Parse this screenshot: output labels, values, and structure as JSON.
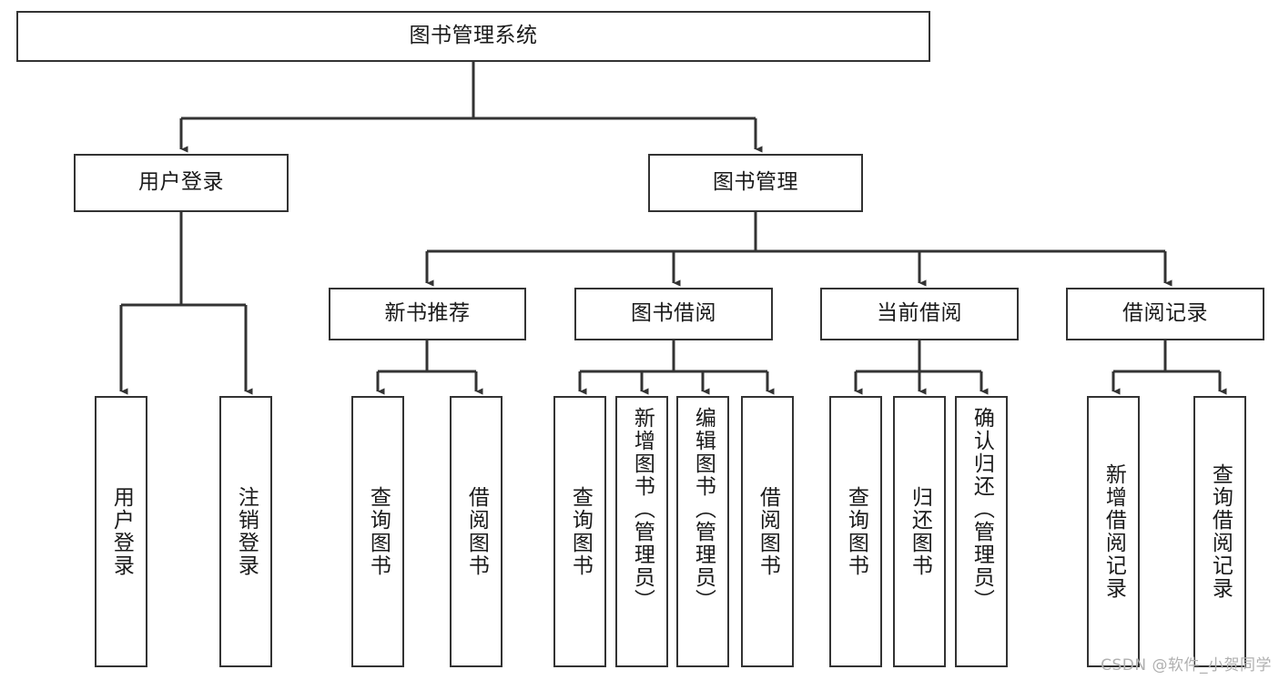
{
  "diagram": {
    "type": "tree",
    "title": "图书管理系统",
    "watermark": "CSDN @软件_小贺同学",
    "colors": {
      "box_border": "#333333",
      "box_fill": "#ffffff",
      "edge": "#333333",
      "text": "#1a1a1a",
      "watermark": "#b0b0b0"
    },
    "nodes": {
      "root": {
        "label": "图书管理系统"
      },
      "level2": [
        {
          "label": "用户登录"
        },
        {
          "label": "图书管理"
        }
      ],
      "level3": [
        {
          "label": "新书推荐"
        },
        {
          "label": "图书借阅"
        },
        {
          "label": "当前借阅"
        },
        {
          "label": "借阅记录"
        }
      ],
      "leaves": {
        "user_login": [
          {
            "label": "用户登录"
          },
          {
            "label": "注销登录"
          }
        ],
        "new_book_recommend": [
          {
            "label": "查询图书"
          },
          {
            "label": "借阅图书"
          }
        ],
        "book_borrow": [
          {
            "label": "查询图书"
          },
          {
            "label": "新增图书（管理员）"
          },
          {
            "label": "编辑图书（管理员）"
          },
          {
            "label": "借阅图书"
          }
        ],
        "current_borrow": [
          {
            "label": "查询图书"
          },
          {
            "label": "归还图书"
          },
          {
            "label": "确认归还（管理员）"
          }
        ],
        "borrow_record": [
          {
            "label": "新增借阅记录"
          },
          {
            "label": "查询借阅记录"
          }
        ]
      }
    }
  }
}
